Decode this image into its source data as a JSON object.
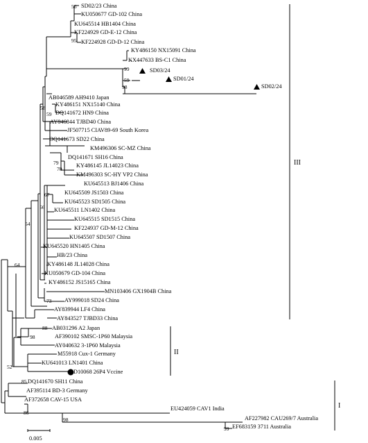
{
  "tree": {
    "leaves": [
      "SD02/23 China",
      "KU050677 GD-102 China",
      "KU645514 HB1404 China",
      "KF224929 GD-E-12 China",
      "KF224928 GD-D-12 China",
      "KY486150 NX15091 China",
      "KX447633 BS-C1 China",
      "SD03/24",
      "SD01/24",
      "SD02/24",
      "AB046589 AH9410 Japan",
      "KY486151 NX15140 China",
      "DQ141672 HN9 China",
      "AY846844 TJBD40 China",
      "JF507715 CIAV89-69 South Korea",
      "DQ141673 SD22 China",
      "KM496306 SC-MZ China",
      "DQ141671 SH16 China",
      "KY486145 JL14023 China",
      "KM496303 SC-HY VP2 China",
      "KU645513 BJ1406 China",
      "KU645509 JS1503 China",
      "KU645523 SD1505 China",
      "KU645511 LN1402 China",
      "KU645515 SD1515 China",
      "KF224937 GD-M-12 China",
      "KU645507 SD1507 China",
      "KU645520 HN1405 China",
      "HB/23 China",
      "KY486148 JL14028 China",
      "KU050679 GD-104 China",
      "KY486152 JS15165 China",
      "MN103406 GX1904B China",
      "AY999018 SD24 China",
      "AY839944 LF4 China",
      "AY843527 TJBD33 China",
      "AB031296 A2 Japan",
      "AF390102 SMSC-1P60 Malaysia",
      "AY040632 3-1P60 Malaysia",
      "M55918 Cux-1 Germany",
      "KU641013 LN1401 China",
      "D10068 26P4 Vccine",
      "DQ141670 SH11 China",
      "AF395114 BD-3 Germany",
      "AF372658 CAV-15 USA",
      "EU424059 CAV1 India",
      "AF227982 CAU269/7 Australia",
      "EF683159 3711 Australia"
    ],
    "bootstrap": [
      "56",
      "95",
      "99",
      "59",
      "98",
      "58",
      "59",
      "79",
      "70",
      "67",
      "56",
      "54",
      "73",
      "64",
      "88",
      "98",
      "52",
      "85",
      "86",
      "98",
      "99"
    ],
    "clades": [
      "III",
      "II",
      "I"
    ],
    "scale_bar": "0.005"
  }
}
